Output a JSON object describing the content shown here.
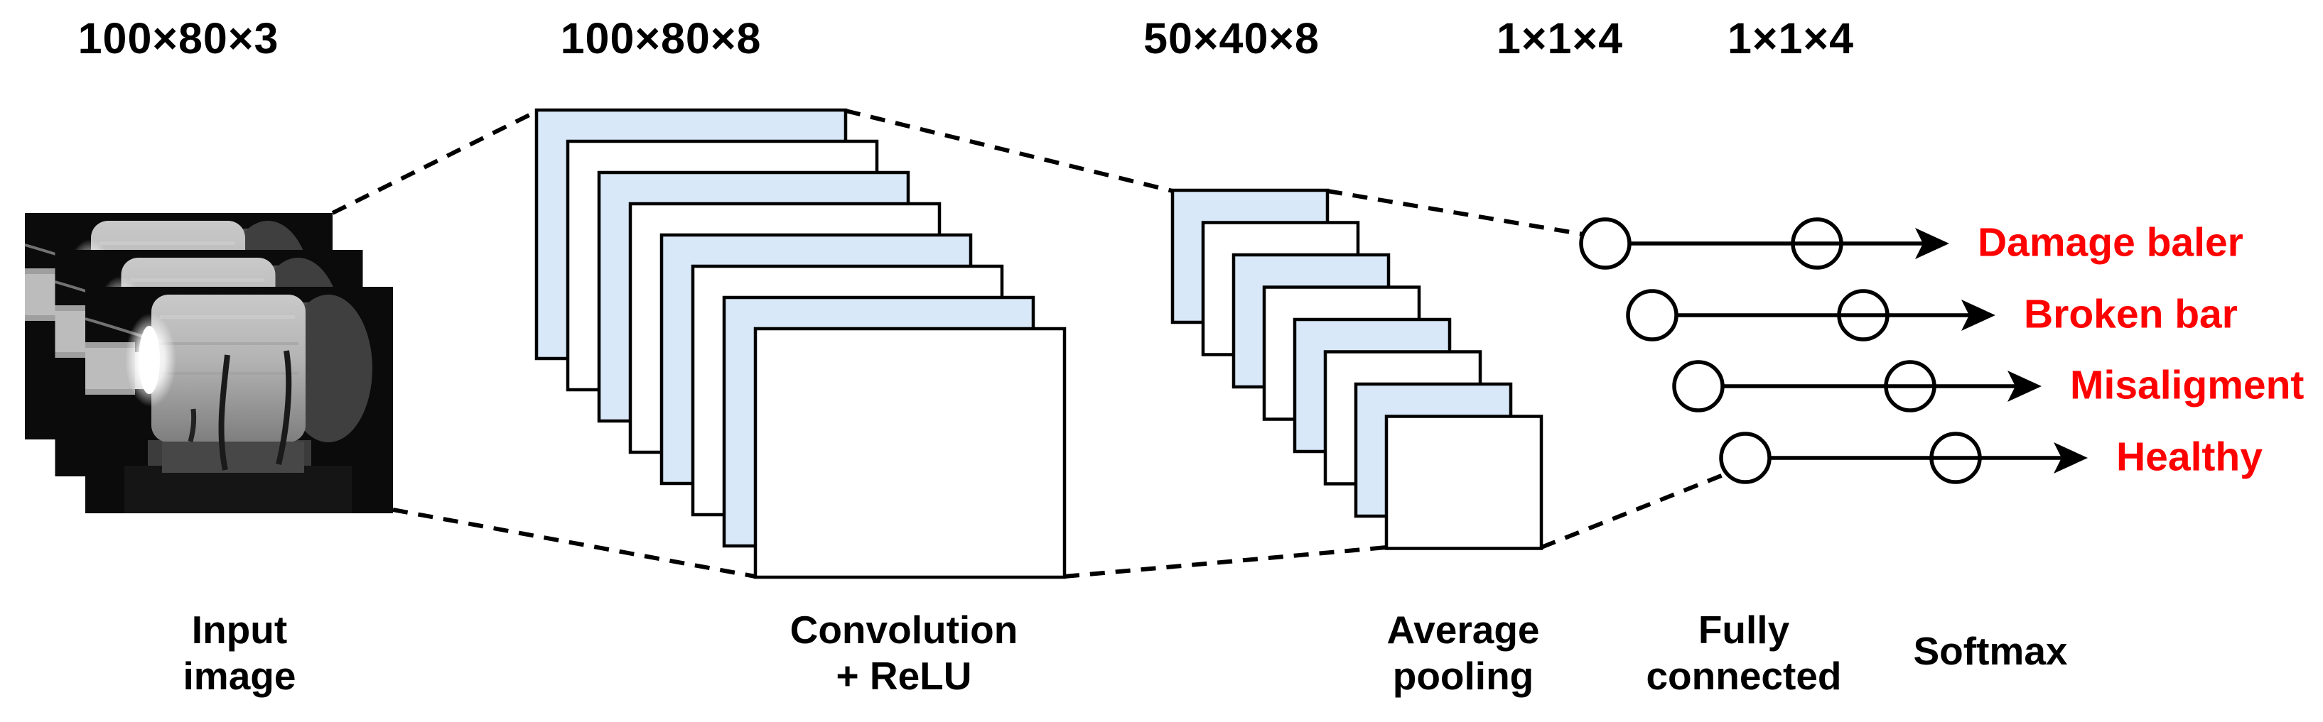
{
  "stages": {
    "input": {
      "dims": "100×80×3",
      "caption": "Input\nimage",
      "channels": 3
    },
    "conv": {
      "dims": "100×80×8",
      "caption": "Convolution\n+ ReLU",
      "maps": 8
    },
    "pool": {
      "dims": "50×40×8",
      "caption": "Average\npooling",
      "maps": 8
    },
    "fc": {
      "dims": "1×1×4",
      "caption": "Fully\nconnected",
      "units": 4
    },
    "softmax": {
      "dims": "1×1×4",
      "caption": "Softmax",
      "units": 4
    }
  },
  "outputs": {
    "classes": [
      "Damage baler",
      "Broken bar",
      "Misaligment",
      "Healthy"
    ],
    "color": "#ff0000"
  },
  "colors": {
    "feature_map_blue": "#d8e8f8",
    "feature_map_white": "#ffffff",
    "outline": "#000000",
    "background": "#ffffff",
    "text": "#000000"
  }
}
